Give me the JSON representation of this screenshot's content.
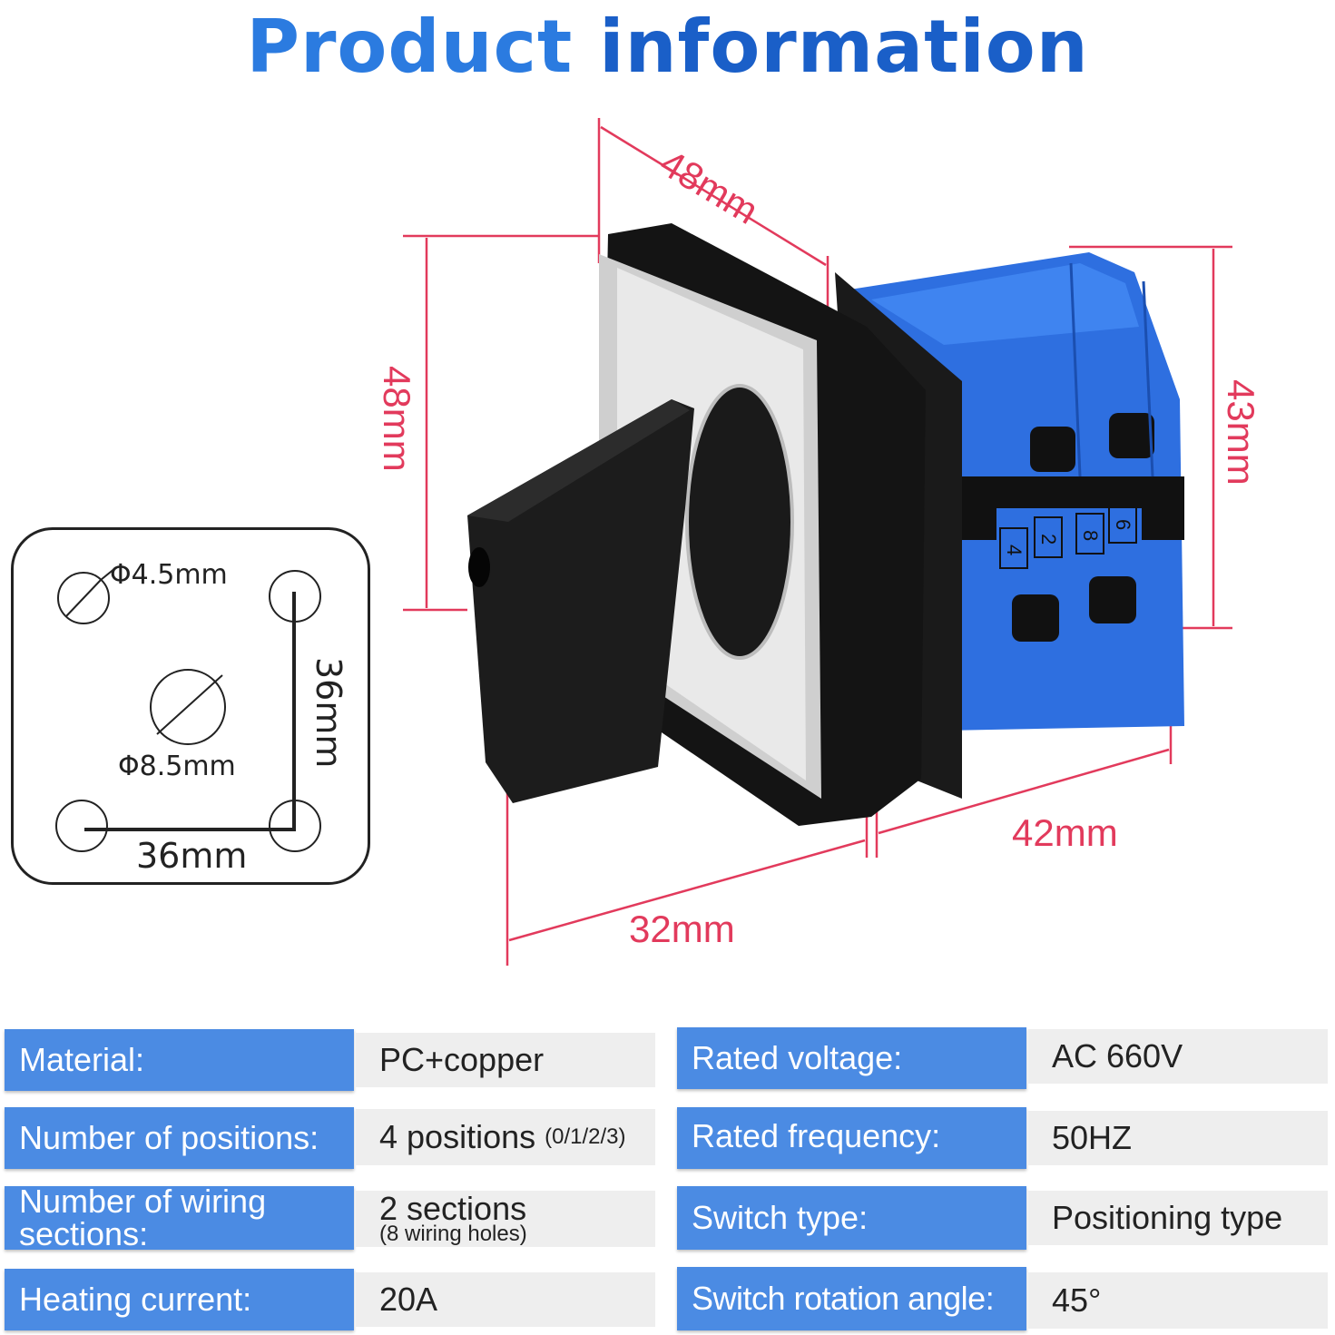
{
  "header": {
    "word1": "Product",
    "word2": "information"
  },
  "dimensions": {
    "top_width": "48mm",
    "front_height": "48mm",
    "body_height": "43mm",
    "front_depth": "32mm",
    "body_depth": "42mm"
  },
  "mounting": {
    "small_hole": "Φ4.5mm",
    "center_hole": "Φ8.5mm",
    "vertical_spacing": "36mm",
    "horizontal_spacing": "36mm"
  },
  "terminal_labels": [
    "4",
    "2",
    "8",
    "6"
  ],
  "specs_left": [
    {
      "label": "Material:",
      "value": "PC+copper",
      "note": ""
    },
    {
      "label": "Number of positions:",
      "value": "4 positions",
      "note": "(0/1/2/3)"
    },
    {
      "label": "Number of wiring sections:",
      "value": "2 sections",
      "note": "(8 wiring holes)"
    },
    {
      "label": "Heating current:",
      "value": "20A",
      "note": ""
    }
  ],
  "specs_right": [
    {
      "label": "Rated voltage:",
      "value": "AC 660V"
    },
    {
      "label": "Rated frequency:",
      "value": "50HZ"
    },
    {
      "label": "Switch type:",
      "value": "Positioning type"
    },
    {
      "label": "Switch rotation angle:",
      "value": "45°"
    }
  ],
  "colors": {
    "title_blue": "#2b7be0",
    "label_blue": "#4b8be3",
    "dimension_red": "#e23a5c",
    "switch_blue": "#2e6fe0"
  }
}
